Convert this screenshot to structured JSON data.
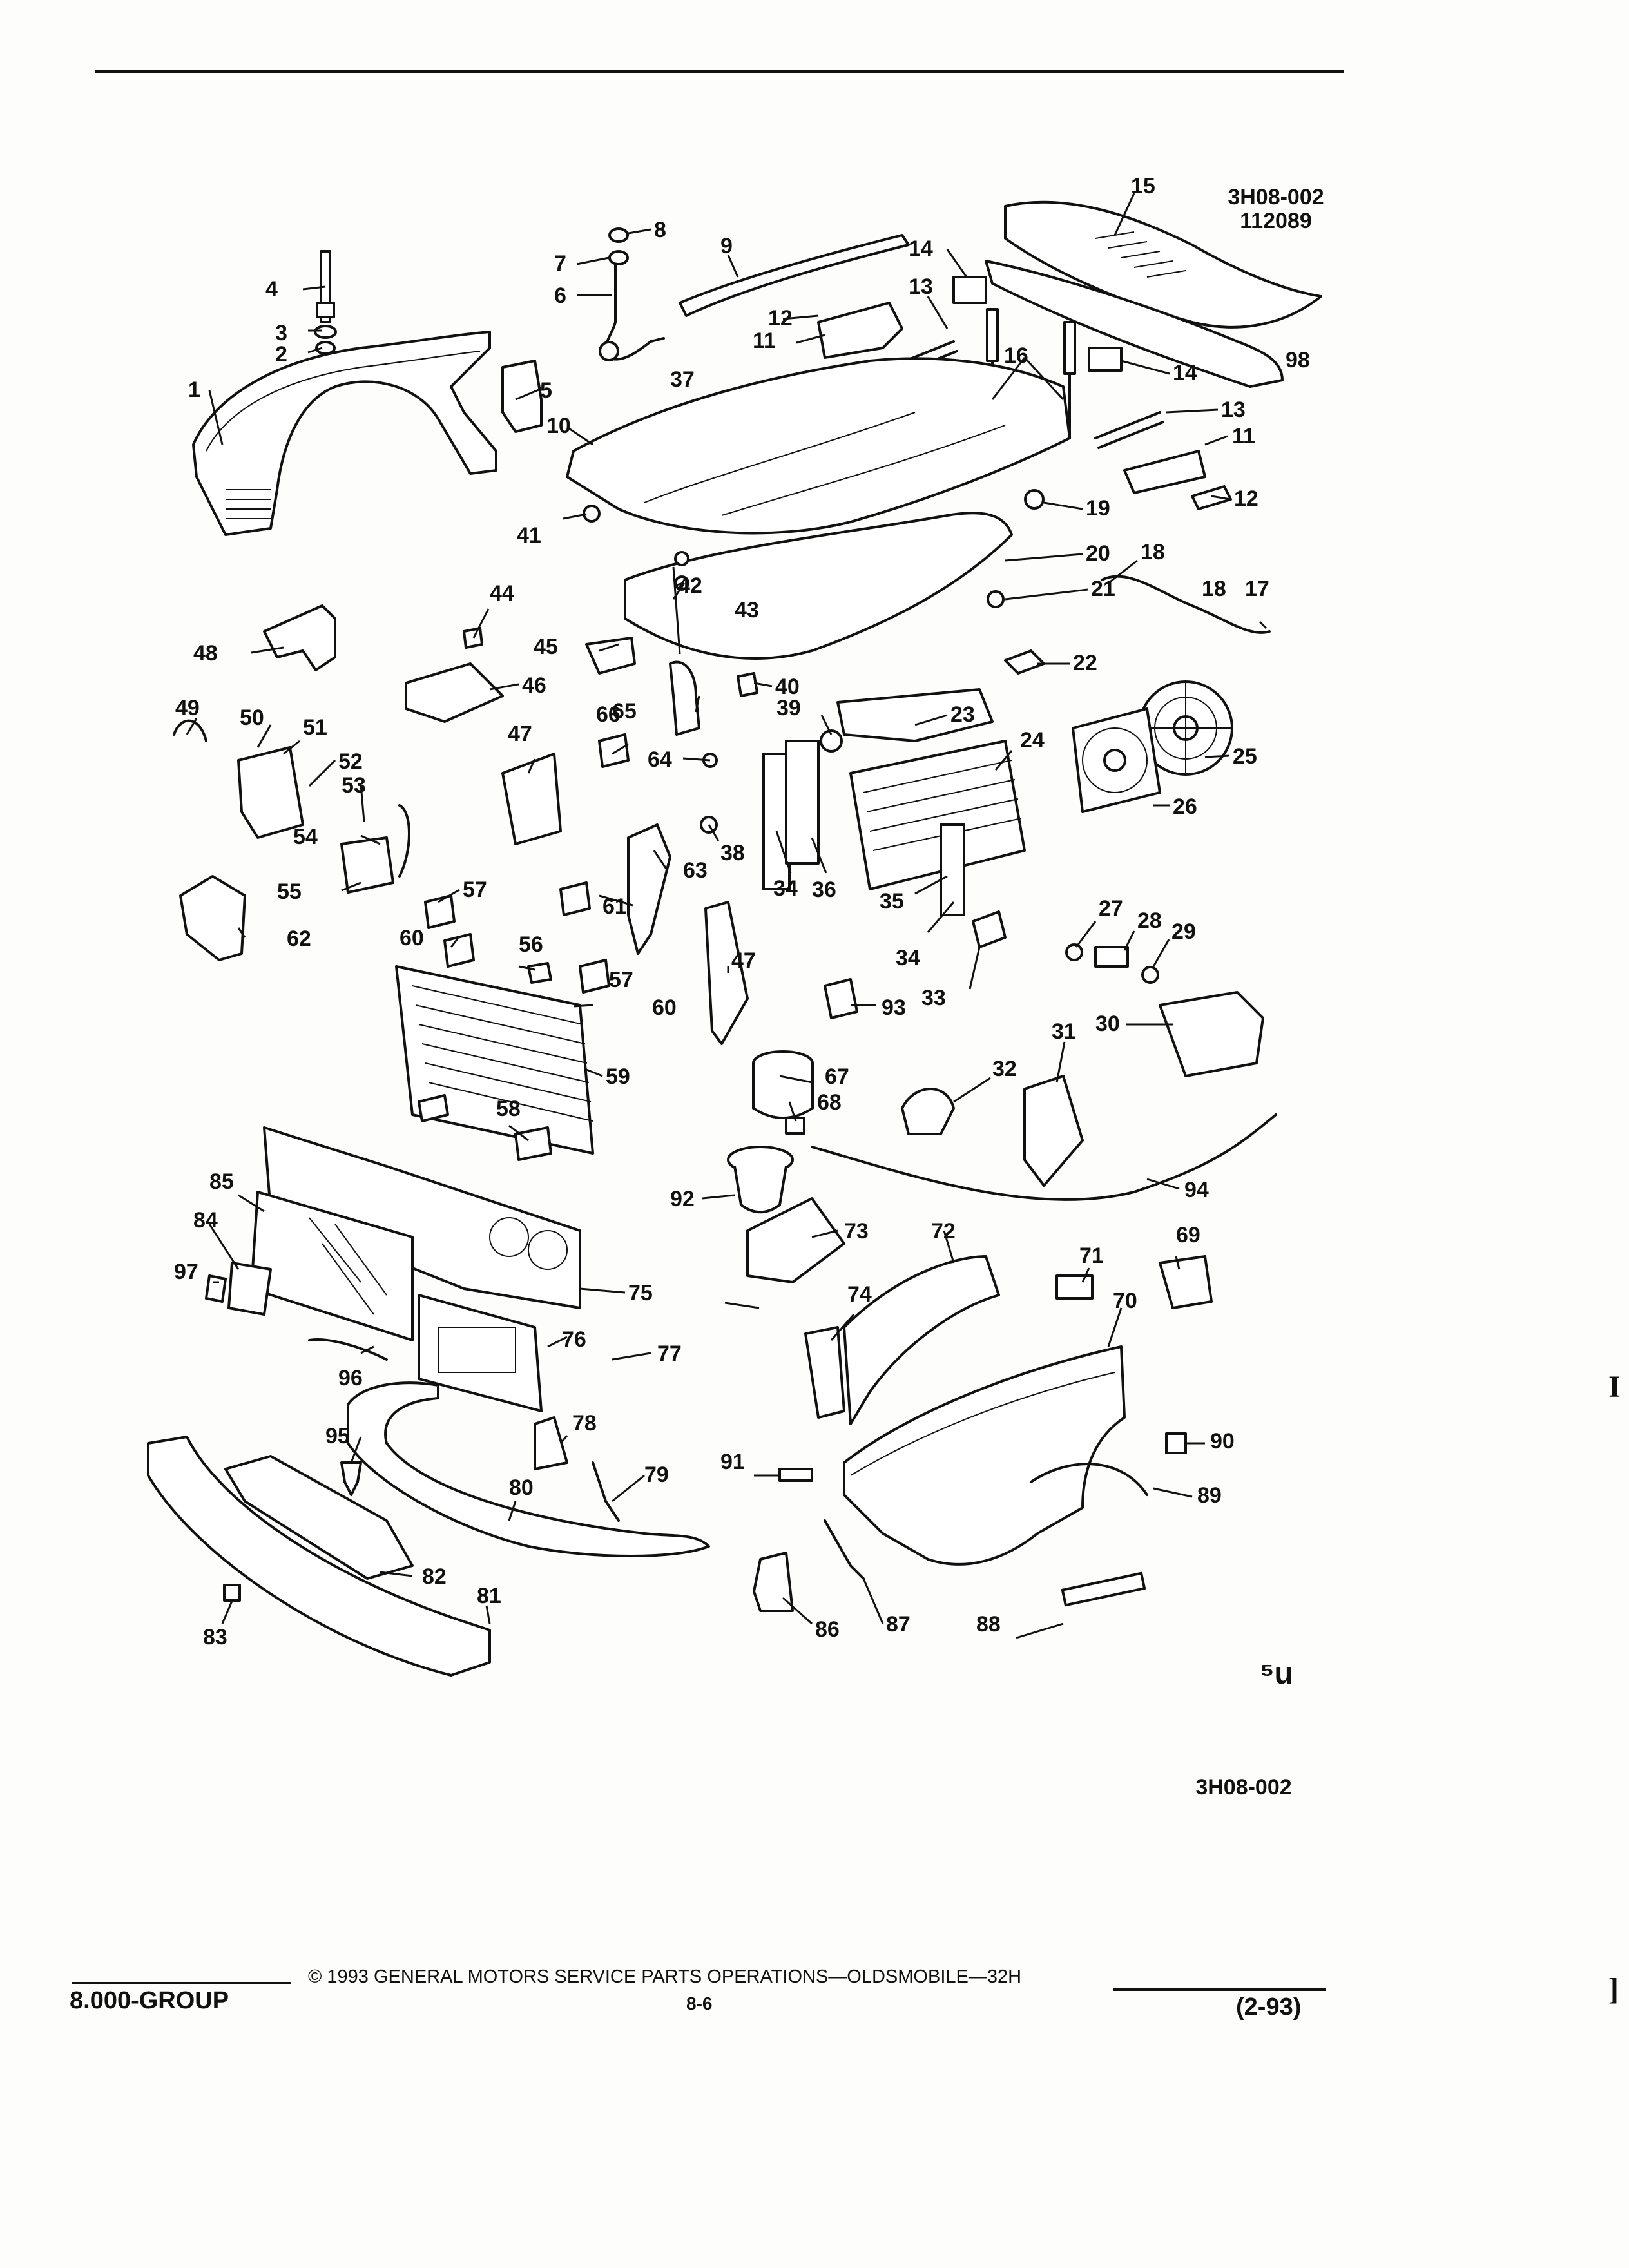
{
  "header": {
    "id_top": "3H08-002",
    "date_code": "112089",
    "id_bottom": "3H08-002",
    "logo_mark": "⁵u"
  },
  "footer": {
    "copyright": "© 1993 GENERAL MOTORS SERVICE PARTS OPERATIONS—OLDSMOBILE—32H",
    "group": "8.000-GROUP",
    "page": "8-6",
    "date": "(2-93)"
  },
  "side_marks": [
    "I",
    "]"
  ],
  "callouts": [
    "1",
    "2",
    "3",
    "4",
    "5",
    "6",
    "7",
    "8",
    "9",
    "10",
    "11",
    "12",
    "13",
    "14",
    "15",
    "16",
    "17",
    "18",
    "19",
    "20",
    "21",
    "22",
    "23",
    "24",
    "25",
    "26",
    "27",
    "28",
    "29",
    "30",
    "31",
    "32",
    "33",
    "34",
    "35",
    "36",
    "37",
    "38",
    "39",
    "40",
    "41",
    "42",
    "43",
    "44",
    "45",
    "46",
    "47",
    "48",
    "49",
    "50",
    "51",
    "52",
    "53",
    "54",
    "55",
    "56",
    "57",
    "58",
    "59",
    "60",
    "61",
    "62",
    "63",
    "64",
    "65",
    "66",
    "67",
    "68",
    "69",
    "70",
    "71",
    "72",
    "73",
    "74",
    "75",
    "76",
    "77",
    "78",
    "79",
    "80",
    "81",
    "82",
    "83",
    "84",
    "85",
    "86",
    "87",
    "88",
    "89",
    "90",
    "91",
    "92",
    "93",
    "94",
    "95",
    "96",
    "97",
    "98"
  ]
}
